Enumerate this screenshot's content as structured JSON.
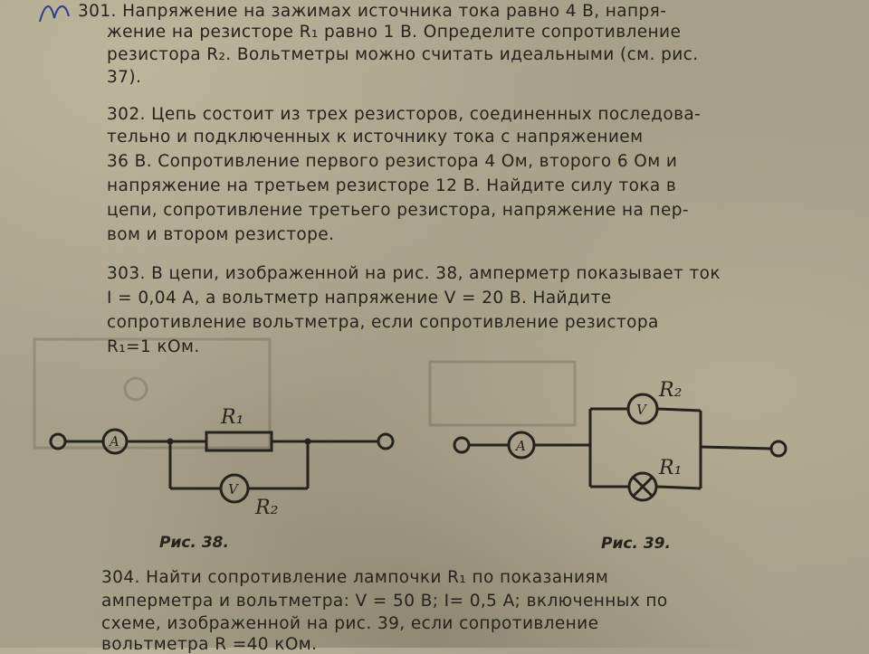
{
  "problems": [
    {
      "id": "301",
      "lines": [
        "301. Напряжение на зажимах источника тока равно 4 В, напря-",
        "жение на резисторе R₁ равно 1 В. Определите сопротивление",
        "резистора R₂. Вольтметры можно считать идеальными (см. рис.",
        "37)."
      ]
    },
    {
      "id": "302",
      "lines": [
        "302. Цепь состоит из трех резисторов, соединенных последова-",
        "тельно и подключенных к источнику тока с напряжением",
        "36 В. Сопротивление первого резистора 4 Ом, второго 6 Ом и",
        "напряжение на третьем резисторе 12 В. Найдите силу тока в",
        "цепи, сопротивление третьего резистора, напряжение на пер-",
        "вом и втором резисторе."
      ]
    },
    {
      "id": "303",
      "lines": [
        "303. В цепи, изображенной на рис. 38, амперметр показывает ток",
        "I = 0,04 А, а вольтметр напряжение V = 20 В. Найдите",
        "сопротивление вольтметра, если сопротивление резистора",
        "R₁=1 кОм."
      ]
    },
    {
      "id": "304",
      "lines": [
        "304. Найти сопротивление лампочки R₁ по показаниям",
        "амперметра и вольтметра: V = 50 В; I= 0,5 А; включенных по",
        "схеме, изображенной на рис. 39, если сопротивление",
        "вольтметра R =40 кОм."
      ]
    }
  ],
  "figures": {
    "fig38": {
      "caption": "Рис. 38.",
      "ammeter": "A",
      "voltmeter": "V",
      "resistor_label": "R₁",
      "voltmeter_label": "R₂"
    },
    "fig39": {
      "caption": "Рис. 39.",
      "ammeter": "A",
      "voltmeter": "V",
      "voltmeter_label": "R₂",
      "lamp_label": "R₁"
    }
  },
  "colors": {
    "paper": "#a7a089",
    "ink": "#26231f"
  }
}
